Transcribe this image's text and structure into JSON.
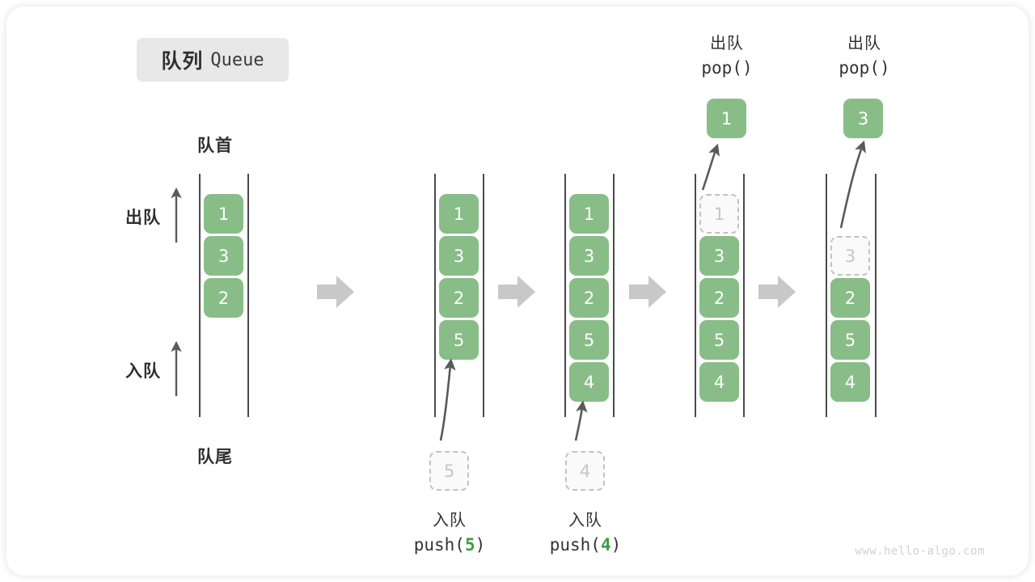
{
  "title": {
    "cn": "队列",
    "en": "Queue"
  },
  "axis_labels": {
    "front": "队首",
    "rear": "队尾",
    "dequeue": "出队",
    "enqueue": "入队"
  },
  "columns": [
    {
      "name": "initial-queue",
      "items": [
        {
          "value": "1",
          "state": "filled"
        },
        {
          "value": "3",
          "state": "filled"
        },
        {
          "value": "2",
          "state": "filled"
        }
      ]
    },
    {
      "name": "after-push-5",
      "items": [
        {
          "value": "1",
          "state": "filled"
        },
        {
          "value": "3",
          "state": "filled"
        },
        {
          "value": "2",
          "state": "filled"
        },
        {
          "value": "5",
          "state": "filled"
        }
      ],
      "incoming": {
        "value": "5",
        "state": "ghost"
      },
      "caption": {
        "cn": "入队",
        "fn": "push(",
        "arg": "5",
        "close": ")"
      }
    },
    {
      "name": "after-push-4",
      "items": [
        {
          "value": "1",
          "state": "filled"
        },
        {
          "value": "3",
          "state": "filled"
        },
        {
          "value": "2",
          "state": "filled"
        },
        {
          "value": "5",
          "state": "filled"
        },
        {
          "value": "4",
          "state": "filled"
        }
      ],
      "incoming": {
        "value": "4",
        "state": "ghost"
      },
      "caption": {
        "cn": "入队",
        "fn": "push(",
        "arg": "4",
        "close": ")"
      }
    },
    {
      "name": "after-pop-1",
      "items": [
        {
          "value": "1",
          "state": "ghost"
        },
        {
          "value": "3",
          "state": "filled"
        },
        {
          "value": "2",
          "state": "filled"
        },
        {
          "value": "5",
          "state": "filled"
        },
        {
          "value": "4",
          "state": "filled"
        }
      ],
      "popped": {
        "value": "1",
        "state": "filled"
      },
      "caption": {
        "cn": "出队",
        "fn": "pop()",
        "arg": "",
        "close": ""
      }
    },
    {
      "name": "after-pop-3",
      "items": [
        {
          "value": "",
          "state": "empty"
        },
        {
          "value": "3",
          "state": "ghost"
        },
        {
          "value": "2",
          "state": "filled"
        },
        {
          "value": "5",
          "state": "filled"
        },
        {
          "value": "4",
          "state": "filled"
        }
      ],
      "popped": {
        "value": "3",
        "state": "filled"
      },
      "caption": {
        "cn": "出队",
        "fn": "pop()",
        "arg": "",
        "close": ""
      }
    }
  ],
  "colors": {
    "accent_green": "#89bd88",
    "ghost_border": "#c2c2c2",
    "rail": "#4a4a4a",
    "step_arrow": "#c8c8c8",
    "badge_bg": "#e8e8e8"
  },
  "watermark": "www.hello-algo.com"
}
